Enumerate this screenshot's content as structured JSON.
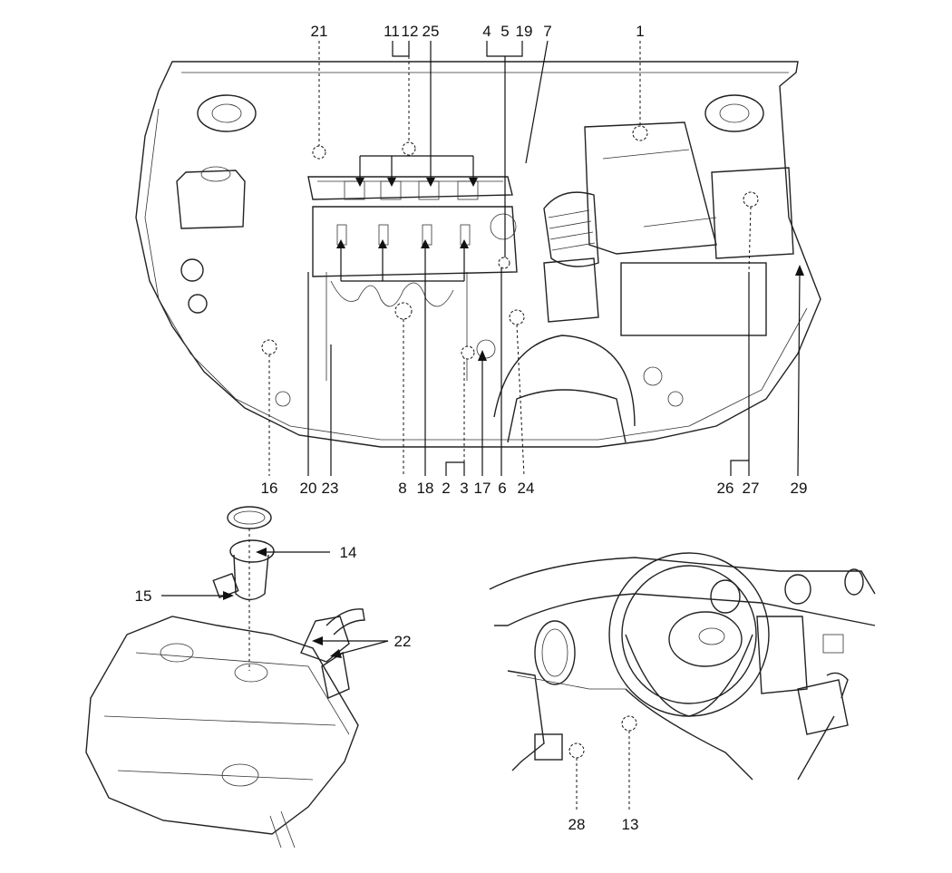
{
  "figure": {
    "labels": {
      "l21": "21",
      "l11": "11",
      "l12": "12",
      "l25": "25",
      "l4": "4",
      "l5": "5",
      "l19": "19",
      "l7": "7",
      "l1": "1",
      "l16": "16",
      "l20": "20",
      "l23": "23",
      "l8": "8",
      "l18": "18",
      "l2": "2",
      "l3": "3",
      "l17": "17",
      "l6": "6",
      "l24": "24",
      "l26": "26",
      "l27": "27",
      "l29": "29",
      "l14": "14",
      "l15": "15",
      "l22": "22",
      "l28": "28",
      "l13": "13"
    }
  }
}
